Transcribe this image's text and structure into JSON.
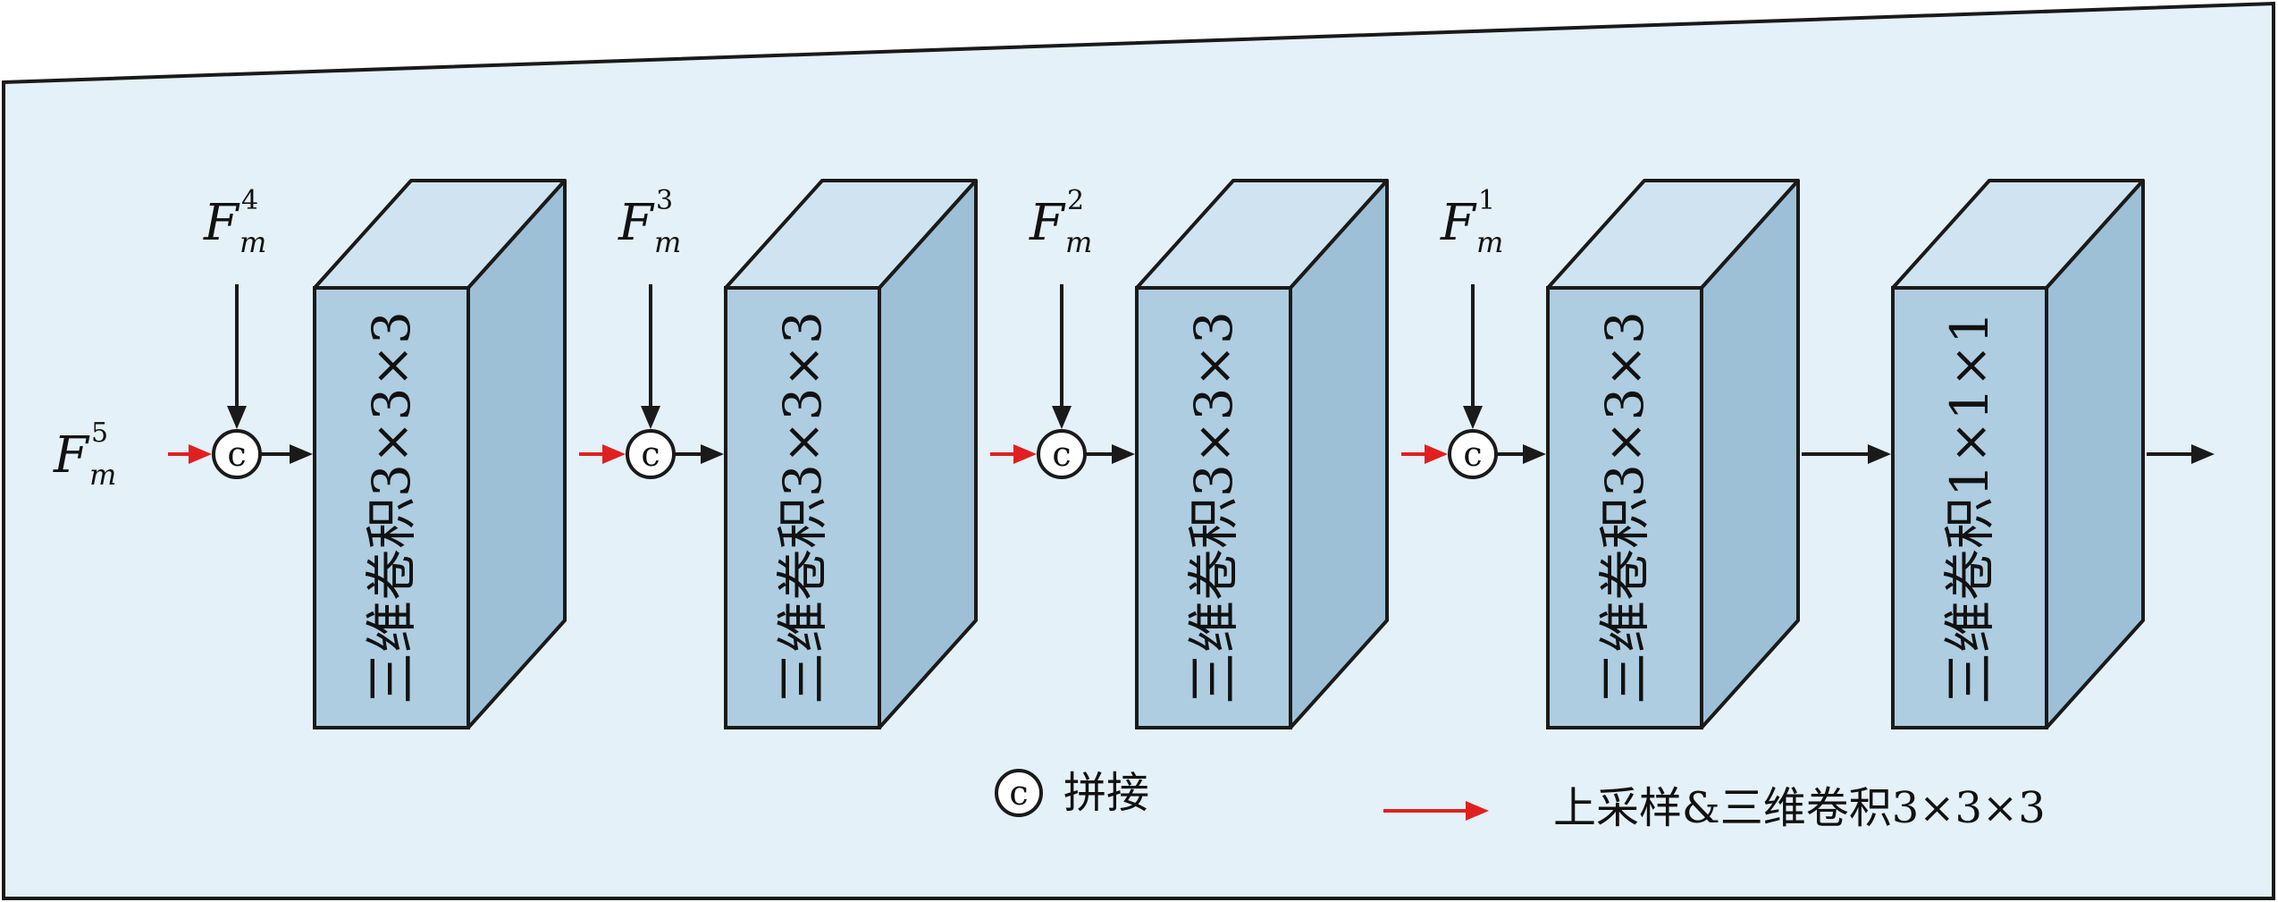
{
  "colors": {
    "background_panel": "#e4f1f8",
    "box_front": "#aecde0",
    "box_top": "#cfe4f0",
    "box_side": "#9dc0d6",
    "stroke": "#1a1a1a",
    "upsample_arrow": "#e02020",
    "arrow": "#1a1a1a"
  },
  "inputs": [
    {
      "base": "F",
      "sub": "m",
      "sup": "5"
    },
    {
      "base": "F",
      "sub": "m",
      "sup": "4"
    },
    {
      "base": "F",
      "sub": "m",
      "sup": "3"
    },
    {
      "base": "F",
      "sub": "m",
      "sup": "2"
    },
    {
      "base": "F",
      "sub": "m",
      "sup": "1"
    }
  ],
  "concat_symbol": "c",
  "blocks": [
    {
      "label": "三维卷积3×3×3"
    },
    {
      "label": "三维卷积3×3×3"
    },
    {
      "label": "三维卷积3×3×3"
    },
    {
      "label": "三维卷积3×3×3"
    },
    {
      "label": "三维卷积1×1×1"
    }
  ],
  "legend": {
    "concat_label": "拼接",
    "upsample_label": "上采样&三维卷积3×3×3"
  }
}
